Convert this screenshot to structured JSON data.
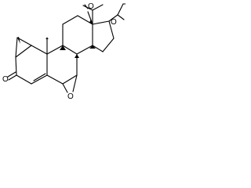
{
  "diagram": {
    "atom_labels": {
      "o_ketone": "O",
      "o_epoxide": "O",
      "o_ester": "O",
      "o_carbonyl": "O"
    },
    "colors": {
      "ink": "#000000",
      "background": "#ffffff"
    }
  }
}
